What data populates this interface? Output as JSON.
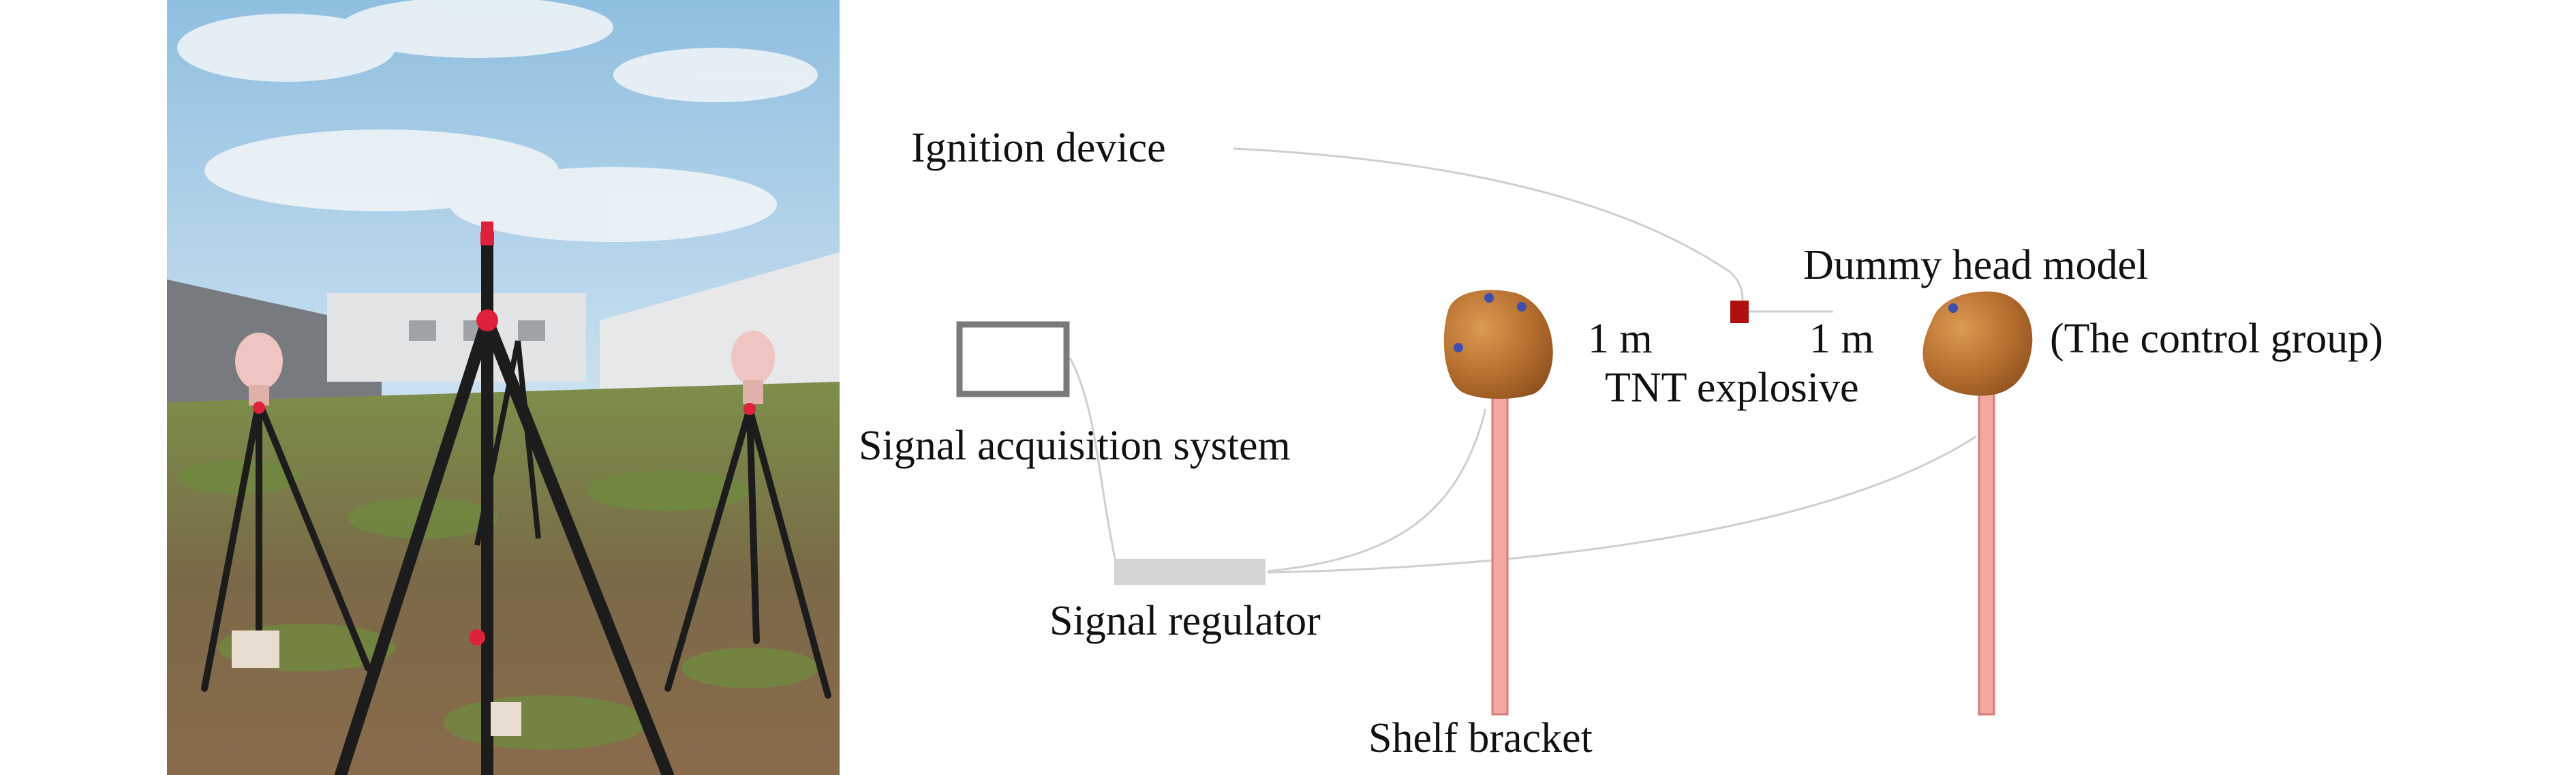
{
  "labels": {
    "ignition_device": "Ignition device",
    "dummy_head_model": "Dummy head model",
    "signal_acquisition_system": "Signal acquisition system",
    "signal_regulator": "Signal regulator",
    "tnt_explosive": "TNT explosive",
    "distance_left": "1 m",
    "distance_right": "1 m",
    "control_group": "(The control group)",
    "shelf_bracket": "Shelf bracket"
  },
  "colors": {
    "head_fill": "#b06a2c",
    "head_highlight": "#d8944a",
    "sensor_dot": "#3a4fb0",
    "bracket_fill": "#f2a7a1",
    "bracket_edge": "#d67d77",
    "tnt_fill": "#b01010",
    "regulator_fill": "#d5d5d5",
    "acquisition_frame": "#7a7a7a",
    "wire": "#c9c9c9",
    "sky": "#a9cde6",
    "ground": "#7d6a4b",
    "tripod": "#1c1c1c",
    "tripod_joint": "#e0213b"
  }
}
